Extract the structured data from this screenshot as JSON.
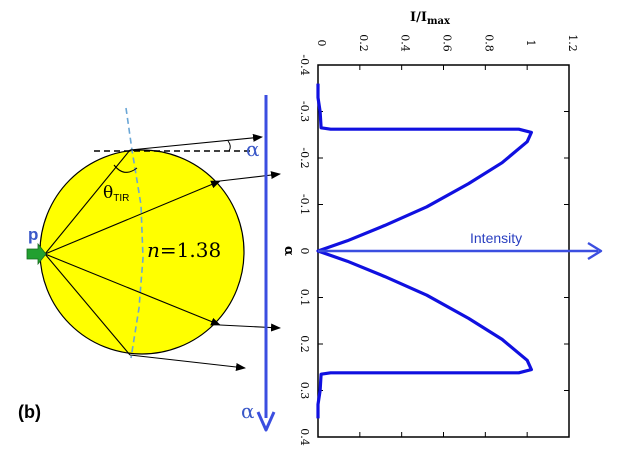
{
  "figure_label": "(b)",
  "colors": {
    "sphere_fill": "#ffff00",
    "intensity_curve": "#1010e0",
    "arrow_blue": "#3b4ee0",
    "dashed_axis": "#6aa6d6",
    "source_arrow": "#22a030",
    "label_blue": "#3a58c8"
  },
  "sphere": {
    "refractive_index_symbol": "n",
    "refractive_index_value": "=1.38",
    "critical_angle_symbol": "θ",
    "critical_angle_subscript": "TIR",
    "source_label": "p"
  },
  "alpha_axis": {
    "top_label": "α",
    "bottom_label": "α"
  },
  "intensity_label": "Intensity",
  "chart_data": {
    "type": "line",
    "title": "",
    "xlabel_main": "I/I",
    "xlabel_sub": "max",
    "ylabel": "α",
    "x_ticks": [
      "0",
      "0.2",
      "0.4",
      "0.6",
      "0.8",
      "1",
      "1.2"
    ],
    "x_tick_values": [
      0,
      0.2,
      0.4,
      0.6,
      0.8,
      1.0,
      1.2
    ],
    "y_ticks": [
      "-0.4",
      "-0.3",
      "-0.2",
      "-0.1",
      "0",
      "0.1",
      "0.2",
      "0.3",
      "0.4"
    ],
    "y_tick_values": [
      -0.4,
      -0.3,
      -0.2,
      -0.1,
      0,
      0.1,
      0.2,
      0.3,
      0.4
    ],
    "xlim": [
      0,
      1.2
    ],
    "ylim": [
      -0.4,
      0.4
    ],
    "series": [
      {
        "x": [
          0.0,
          0.0,
          0.01,
          0.015,
          0.06,
          0.25,
          0.6,
          0.96,
          1.02,
          1.0,
          0.88,
          0.72,
          0.52,
          0.32,
          0.14,
          0.0,
          0.14,
          0.32,
          0.52,
          0.72,
          0.88,
          1.0,
          1.02,
          0.96,
          0.6,
          0.25,
          0.06,
          0.015,
          0.01,
          0.0,
          0.0
        ],
        "y": [
          -0.36,
          -0.33,
          -0.3,
          -0.265,
          -0.262,
          -0.262,
          -0.262,
          -0.262,
          -0.255,
          -0.235,
          -0.19,
          -0.145,
          -0.095,
          -0.055,
          -0.022,
          0.0,
          0.022,
          0.055,
          0.095,
          0.145,
          0.19,
          0.235,
          0.255,
          0.262,
          0.262,
          0.262,
          0.262,
          0.265,
          0.3,
          0.33,
          0.36
        ]
      }
    ]
  }
}
